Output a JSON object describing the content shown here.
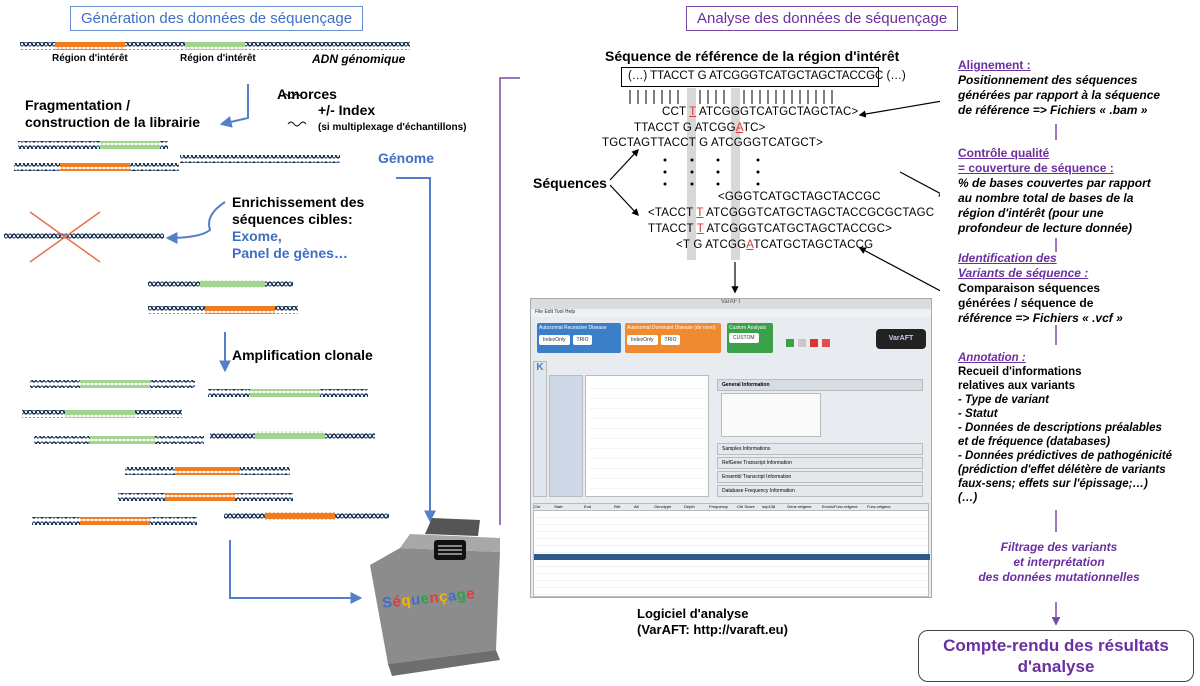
{
  "left": {
    "title": "Génération des données de séquençage",
    "region1": "Région d'intérêt",
    "region2": "Région d'intérêt",
    "genomic": "ADN génomique",
    "frag": "Fragmentation /",
    "frag2": "construction de la librairie",
    "primers": "Amorces",
    "index": "+/- Index",
    "multiplex": "(si multiplexage d'échantillons)",
    "genome": "Génome",
    "enrich1": "Enrichissement des",
    "enrich2": "séquences cibles:",
    "exome": "Exome,",
    "panel": "Panel de gènes…",
    "ampl": "Amplification clonale",
    "sequencing_letters": [
      "S",
      "é",
      "q",
      "u",
      "e",
      "n",
      "ç",
      "a",
      "g",
      "e"
    ]
  },
  "center": {
    "ref_title": "Séquence de référence de la région d'intérêt",
    "ref_seq_a": "(…) TTACCT G ATCGGGTCATGCTAGCTACCGC (…)",
    "reads_top": [
      {
        "pre": "CCT ",
        "red": "T",
        "post": " ATCGGGTCATGCTAGCTAC>"
      },
      {
        "pre": "TTACCT G ATCGG",
        "red": "A",
        "post": "TC>"
      },
      {
        "pre": "TGCTAGTTACCT G ATCGGGTCATGCT>",
        "red": "",
        "post": ""
      }
    ],
    "reads_bottom": [
      {
        "pre": "<GGGTCATGCTAGCTACCGC",
        "red": "",
        "post": ""
      },
      {
        "pre": "<TACCT ",
        "red": "T",
        "post": " ATCGGGTCATGCTAGCTACCGCGCTAGC"
      },
      {
        "pre": "TTACCT ",
        "red": "T",
        "post": " ATCGGGTCATGCTAGCTACCGC>"
      },
      {
        "pre": "<T G ATCGG",
        "red": "A",
        "post": "TCATGCTAGCTACCG"
      }
    ],
    "sequences_label": "Séquences",
    "software_caption1": "Logiciel d'analyse",
    "software_caption2": "(VarAFT: http://varaft.eu)",
    "software": {
      "window_title": "VarAFT",
      "menu": "File  Edit  Tool  Help",
      "tb1": "Autosomal Recessive Disease",
      "tb2": "Autosomal Dominant Disease (de novo)",
      "tb3": "Custom Analysis",
      "btn1": "IndexOnly",
      "btn2": "TRIO",
      "btn3": "IndexOnly",
      "btn4": "TRIO",
      "btn5": "CUSTOM",
      "general_info": "General Information",
      "sections": [
        "Samples Informations",
        "RefGene Transcript Information",
        "Ensembl Transcript Information",
        "Database Frequency Information"
      ],
      "columns": [
        "Chr",
        "Start",
        "End",
        "Ref",
        "Alt",
        "Genotype",
        "Depth",
        "Frequency",
        "Ctrl Score",
        "snp138",
        "Gene.refgene",
        "ExonicFunc.refgene",
        "Func.refgene"
      ],
      "colors": {
        "recessive": "#3a7fc8",
        "dominant": "#f08a30",
        "custom": "#3aa04a"
      }
    }
  },
  "right": {
    "title": "Analyse des données de séquençage",
    "align_head": "Alignement :",
    "align_body": [
      "Positionnement des séquences",
      "générées par rapport à la séquence",
      "de référence => Fichiers « .bam »"
    ],
    "qc_head1": "Contrôle qualité",
    "qc_head2": "= couverture de séquence :",
    "qc_body": [
      "% de bases couvertes par rapport",
      "au nombre total de bases de la",
      "région d'intérêt (pour une",
      "profondeur de lecture donnée)"
    ],
    "var_head1": "Identification des",
    "var_head2": "Variants de séquence :",
    "var_body": [
      "Comparaison séquences",
      "générées / séquence de",
      "référence => Fichiers « .vcf »"
    ],
    "annot_head": "Annotation :",
    "annot_body": [
      "Recueil d'informations",
      "relatives aux variants"
    ],
    "annot_list": [
      "- Type de variant",
      "- Statut",
      "- Données de descriptions préalables",
      "et de fréquence (databases)",
      "- Données prédictives de pathogénicité",
      "(prédiction d'effet délétère de variants",
      "faux-sens; effets sur l'épissage;…)",
      "(…)"
    ],
    "filter": [
      "Filtrage des variants",
      "et interprétation",
      "des données mutationnelles"
    ],
    "final1": "Compte-rendu des résultats",
    "final2": "d'analyse"
  }
}
